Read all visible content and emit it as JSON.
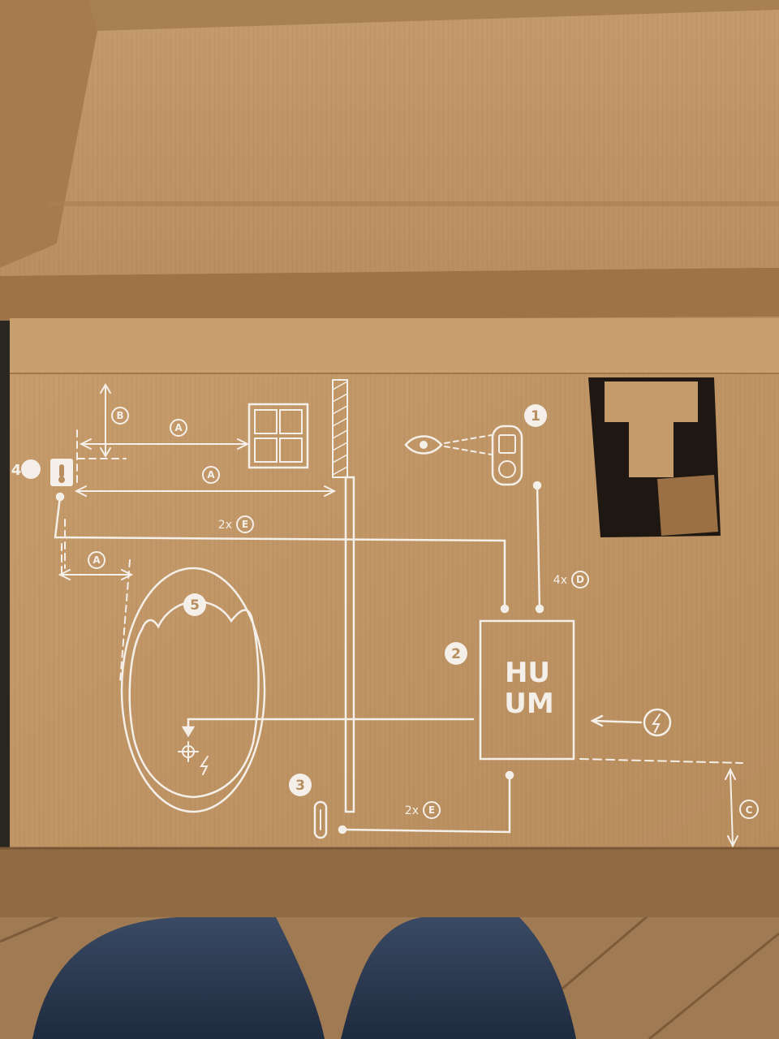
{
  "colors": {
    "cardboard_light": "#c39a6c",
    "cardboard_mid": "#b58a5c",
    "cardboard_dark": "#8f6a42",
    "print_white": "#f4efe8",
    "jeans": "#2b3a52",
    "floor": "#a07a52"
  },
  "diagram": {
    "callouts": {
      "n1": "1",
      "n2": "2",
      "n3": "3",
      "n4": "4",
      "n5": "5"
    },
    "letters": {
      "a_top": "A",
      "a_mid": "A",
      "a_low": "A",
      "b": "B",
      "c": "C"
    },
    "cables": {
      "e_upper_prefix": "2x",
      "e_upper_letter": "E",
      "e_lower_prefix": "2x",
      "e_lower_letter": "E",
      "d_prefix": "4x",
      "d_letter": "D"
    },
    "heater_logo": {
      "line1": "HU",
      "line2": "UM"
    },
    "icons": {
      "thermometer": "thermometer-icon",
      "window": "window-icon",
      "eye": "eye-icon",
      "controller": "controller-device-icon",
      "power": "lightning-bolt-icon",
      "sauna_stove": "sauna-stove-icon",
      "crosshair": "crosshair-icon",
      "fuse": "fuse-icon"
    }
  }
}
